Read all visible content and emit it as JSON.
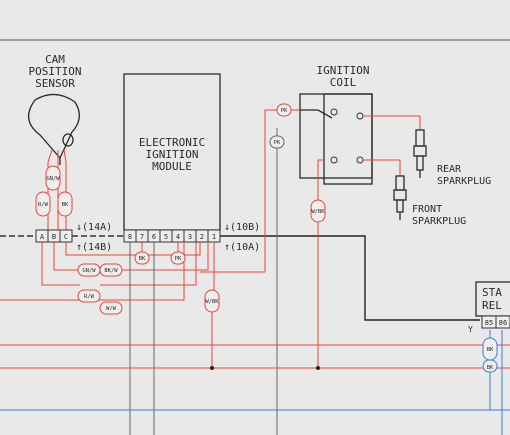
{
  "labels": {
    "cam_line1": "CAM",
    "cam_line2": "POSITION",
    "cam_line3": "SENSOR",
    "module_line1": "ELECTRONIC",
    "module_line2": "IGNITION",
    "module_line3": "MODULE",
    "coil_line1": "IGNITION",
    "coil_line2": "COIL",
    "rear_line1": "REAR",
    "rear_line2": "SPARKPLUG",
    "front_line1": "FRONT",
    "front_line2": "SPARKPLUG",
    "starter_partial1": "STA",
    "starter_partial2": "REL"
  },
  "connectors": {
    "c14a": "(14A)",
    "c14b": "(14B)",
    "c10b": "(10B)",
    "c10a": "(10A)"
  },
  "cam_pins": [
    "A",
    "B",
    "C"
  ],
  "module_pins": [
    "8",
    "7",
    "6",
    "5",
    "4",
    "3",
    "2",
    "1"
  ],
  "relay_pins": [
    "85",
    "86"
  ],
  "wire_tags": {
    "gnw_top": "GN/W",
    "rw_top": "R/W",
    "bk_top": "BK",
    "gnw_bottom": "GN/W",
    "bkw": "BK/W",
    "rw_bottom": "R/W",
    "ww": "W/W",
    "bk_mod": "BK",
    "pk_mod": "PK",
    "pk_coil_top": "PK",
    "pk_coil_left": "PK",
    "wbk_coil": "W/BK",
    "wbk_mod": "W/BK",
    "bk_relay": "BK",
    "bk_relay2": "BK"
  },
  "colors": {
    "red_wire": "#e8453a",
    "blue_wire": "#3a7ed8",
    "black_wire": "#222222"
  }
}
